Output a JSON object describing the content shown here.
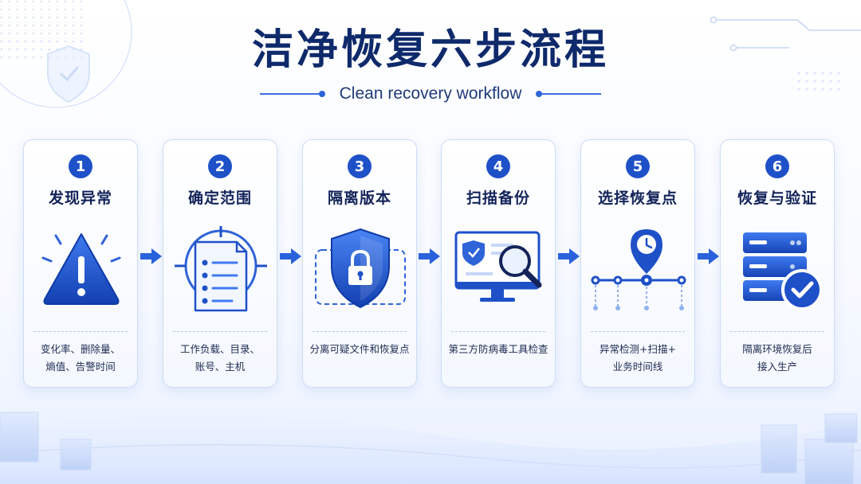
{
  "header": {
    "title": "洁净恢复六步流程",
    "subtitle": "Clean recovery workflow"
  },
  "colors": {
    "primary": "#1e50c8",
    "title": "#0f2a6b",
    "card_border": "#cddcf6"
  },
  "steps": [
    {
      "number": "1",
      "title": "发现异常",
      "desc_lines": [
        "变化率、删除量、",
        "熵值、告警时间"
      ],
      "icon": "warning-triangle-icon"
    },
    {
      "number": "2",
      "title": "确定范围",
      "desc_lines": [
        "工作负载、目录、",
        "账号、主机"
      ],
      "icon": "crosshair-document-icon"
    },
    {
      "number": "3",
      "title": "隔离版本",
      "desc_lines": [
        "分离可疑文件和恢复点",
        ""
      ],
      "icon": "shield-lock-icon"
    },
    {
      "number": "4",
      "title": "扫描备份",
      "desc_lines": [
        "第三方防病毒工具检查",
        ""
      ],
      "icon": "monitor-scan-icon"
    },
    {
      "number": "5",
      "title": "选择恢复点",
      "desc_lines": [
        "异常检测+扫描+",
        "业务时间线"
      ],
      "icon": "timeline-clock-icon"
    },
    {
      "number": "6",
      "title": "恢复与验证",
      "desc_lines": [
        "隔离环境恢复后",
        "接入生产"
      ],
      "icon": "server-check-icon"
    }
  ]
}
